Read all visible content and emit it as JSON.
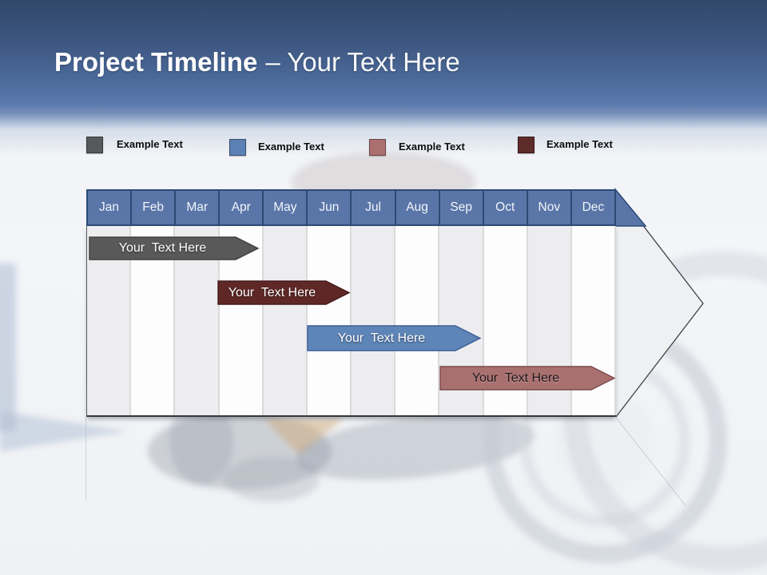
{
  "slide": {
    "title_bold": "Project Timeline",
    "title_rest": "– Your Text Here"
  },
  "legend": {
    "items": [
      {
        "label": "Example Text",
        "color": "#58595b"
      },
      {
        "label": "Example Text",
        "color": "#5b81b5"
      },
      {
        "label": "Example Text",
        "color": "#ac6f70"
      },
      {
        "label": "Example Text",
        "color": "#5e2b2b"
      }
    ]
  },
  "timeline": {
    "months": [
      "Jan",
      "Feb",
      "Mar",
      "Apr",
      "May",
      "Jun",
      "Jul",
      "Aug",
      "Sep",
      "Oct",
      "Nov",
      "Dec"
    ],
    "header_color": "#5a76a8",
    "header_border": "#2c4a74",
    "col_odd": "#ededef",
    "col_even": "#fdfdfe",
    "arrowhead_fill": "#eef0f2",
    "bars": [
      {
        "label": "Your  Text Here",
        "fill": "#595959",
        "text_color": "#ffffff",
        "span": "Jan–Apr"
      },
      {
        "label": "Your  Text Here",
        "fill": "#5f2827",
        "text_color": "#ffffff",
        "span": "Apr–May"
      },
      {
        "label": "Your  Text Here",
        "fill": "#5e85b8",
        "text_color": "#ffffff",
        "span": "Jun–Sep"
      },
      {
        "label": "Your  Text Here",
        "fill": "#a97070",
        "text_color": "#221718",
        "span": "Sep–Dec"
      }
    ]
  }
}
